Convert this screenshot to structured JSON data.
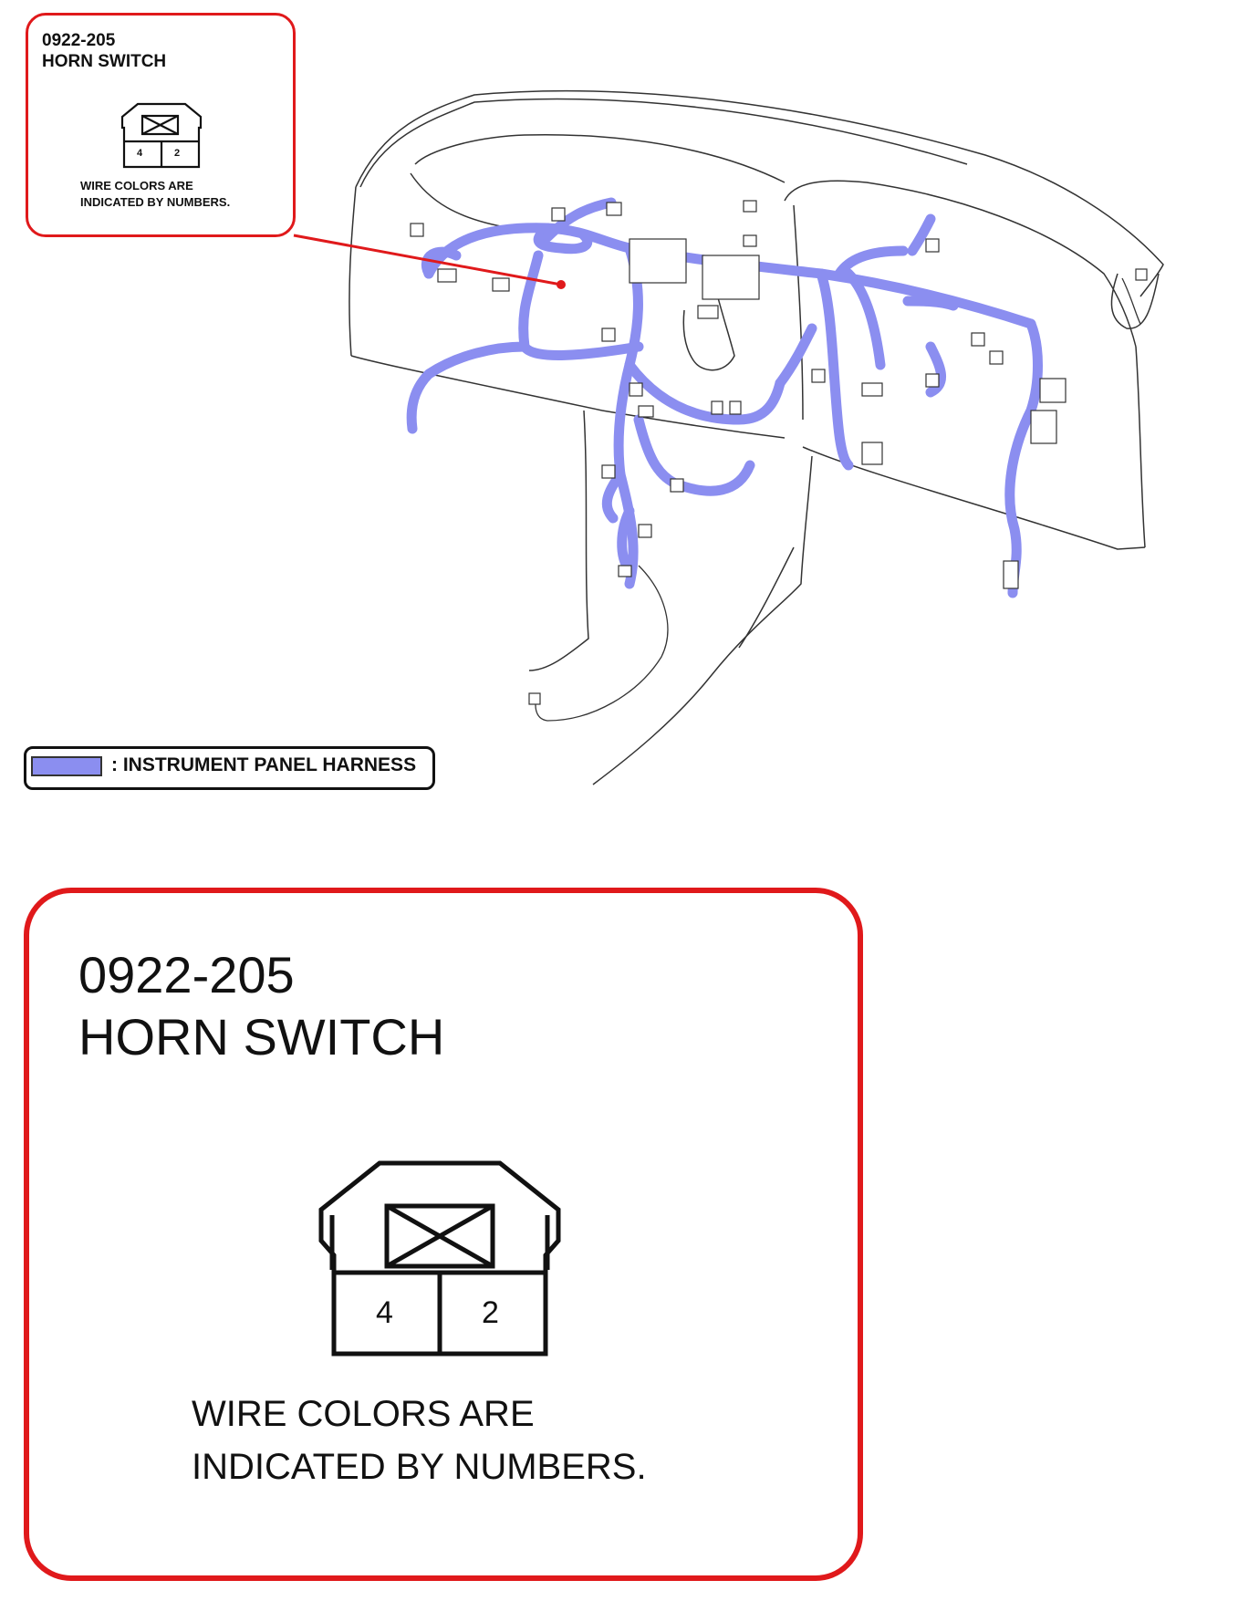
{
  "connector": {
    "code": "0922-205",
    "name": "HORN SWITCH",
    "pins": [
      "4",
      "2"
    ],
    "note_line1": "WIRE COLORS ARE",
    "note_line2": "INDICATED BY NUMBERS."
  },
  "legend": {
    "label": ": INSTRUMENT PANEL HARNESS",
    "swatch_color": "#8b8ef0"
  },
  "colors": {
    "callout_border": "#e0191b",
    "harness": "#8b8ef0",
    "outline": "#111111"
  }
}
